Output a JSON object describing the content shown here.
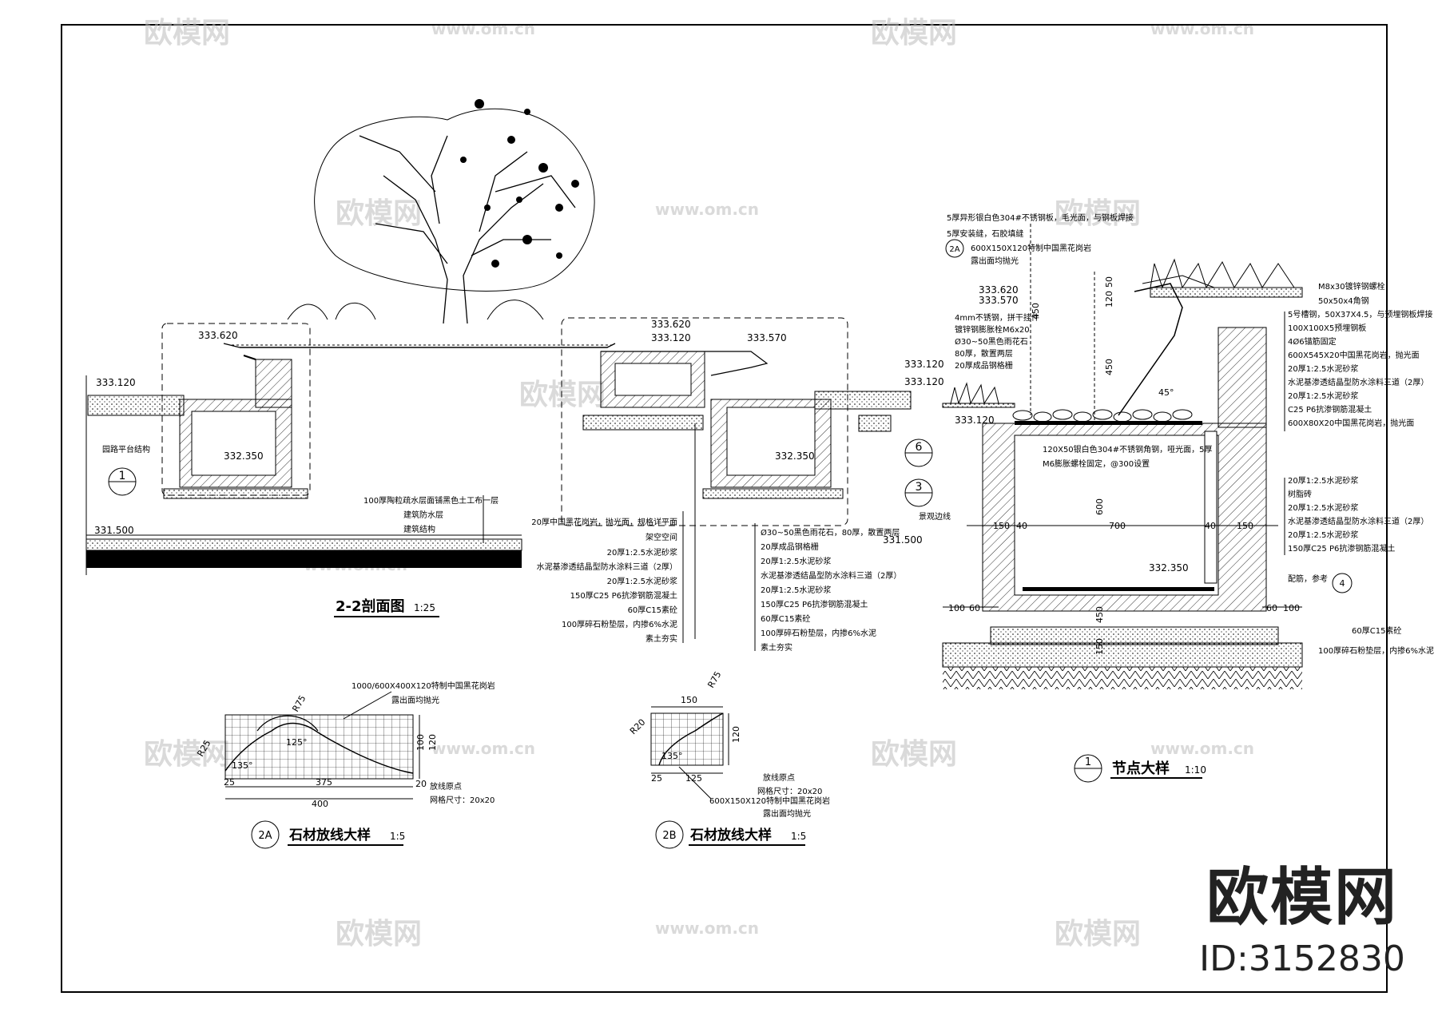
{
  "brand": {
    "name": "欧模网",
    "id": "ID:3152830"
  },
  "watermarks": {
    "logo": "欧模网",
    "url": "www.om.cn"
  },
  "section_22": {
    "title": "2-2剖面图",
    "scale": "1:25",
    "elevations": [
      "333.620",
      "333.120",
      "332.350",
      "331.500",
      "333.620",
      "333.570",
      "333.120",
      "332.350",
      "333.120",
      "333.120",
      "331.500"
    ],
    "notes_left": [
      "100厚陶粒疏水层面铺黑色土工布一层",
      "建筑防水层",
      "建筑结构",
      "园路平台结构"
    ],
    "notes_center_left": [
      "20厚中国黑花岗岩，抛光面，规格详平面",
      "架空空间",
      "20厚1:2.5水泥砂浆",
      "水泥基渗透结晶型防水涂料三道（2厚）",
      "20厚1:2.5水泥砂浆",
      "150厚C25 P6抗渗钢筋混凝土",
      "60厚C15素砼",
      "100厚碎石粉垫层，内掺6%水泥",
      "素土夯实"
    ],
    "notes_center_right": [
      "Ø30~50黑色雨花石，80厚，散置两层",
      "20厚成品钢格栅",
      "20厚1:2.5水泥砂浆",
      "水泥基渗透结晶型防水涂料三道（2厚）",
      "20厚1:2.5水泥砂浆",
      "150厚C25 P6抗渗钢筋混凝土",
      "60厚C15素砼",
      "100厚碎石粉垫层，内掺6%水泥",
      "素土夯实"
    ],
    "side_note": "景观边线",
    "callouts": [
      "1",
      "6",
      "3"
    ]
  },
  "node_detail": {
    "title": "节点大样",
    "scale": "1:10",
    "callout": "1",
    "elevations": [
      "333.620",
      "333.570",
      "333.120",
      "332.350"
    ],
    "notes_top_left": [
      "5厚异形银白色304#不锈钢板，毛光面，与钢板焊接",
      "5厚安装缝，石胶填缝",
      "600X150X120特制中国黑花岗岩",
      "露出面均抛光",
      "4mm不锈钢，拼干挂件",
      "镀锌钢膨胀栓M6x20",
      "Ø30~50黑色雨花石",
      "80厚，散置两层",
      "20厚成品钢格栅"
    ],
    "notes_right": [
      "M8x30镀锌钢螺栓",
      "50x50x4角钢",
      "5号槽钢，50X37X4.5，与预埋钢板焊接",
      "100X100X5预埋钢板",
      "4Ø6锚筋固定",
      "600X545X20中国黑花岗岩，抛光面",
      "20厚1:2.5水泥砂浆",
      "水泥基渗透结晶型防水涂料三道（2厚）",
      "20厚1:2.5水泥砂浆",
      "C25 P6抗渗钢筋混凝土",
      "600X80X20中国黑花岗岩，抛光面",
      "20厚1:2.5水泥砂浆",
      "树脂砖",
      "20厚1:2.5水泥砂浆",
      "水泥基渗透结晶型防水涂料三道（2厚）",
      "20厚1:2.5水泥砂浆",
      "150厚C25 P6抗渗钢筋混凝土",
      "配筋，参考",
      "60厚C15素砼",
      "100厚碎石粉垫层，内掺6%水泥"
    ],
    "notes_inner": [
      "120X50银白色304#不锈钢角钢，哑光面，5厚",
      "M6膨胀螺栓固定，@300设置"
    ],
    "dims": [
      "50",
      "120",
      "450",
      "450",
      "45°",
      "600",
      "700",
      "150",
      "40",
      "40",
      "150",
      "100",
      "60",
      "60",
      "100",
      "60",
      "450",
      "60",
      "100",
      "150"
    ],
    "section_mark": "4",
    "tag": "2A"
  },
  "detail_2a": {
    "title": "石材放线大样",
    "scale": "1:5",
    "tag": "2A",
    "notes": [
      "1000/600X400X120特制中国黑花岗岩",
      "露出面均抛光",
      "放线原点",
      "网格尺寸：20x20"
    ],
    "dims": [
      "25",
      "375",
      "400",
      "100",
      "120",
      "20",
      "R75",
      "R25",
      "125°",
      "135°"
    ]
  },
  "detail_2b": {
    "title": "石材放线大样",
    "scale": "1:5",
    "tag": "2B",
    "notes": [
      "放线原点",
      "网格尺寸：20x20",
      "600X150X120特制中国黑花岗岩",
      "露出面均抛光"
    ],
    "dims": [
      "150",
      "120",
      "25",
      "125",
      "R75",
      "R20",
      "135°"
    ]
  }
}
